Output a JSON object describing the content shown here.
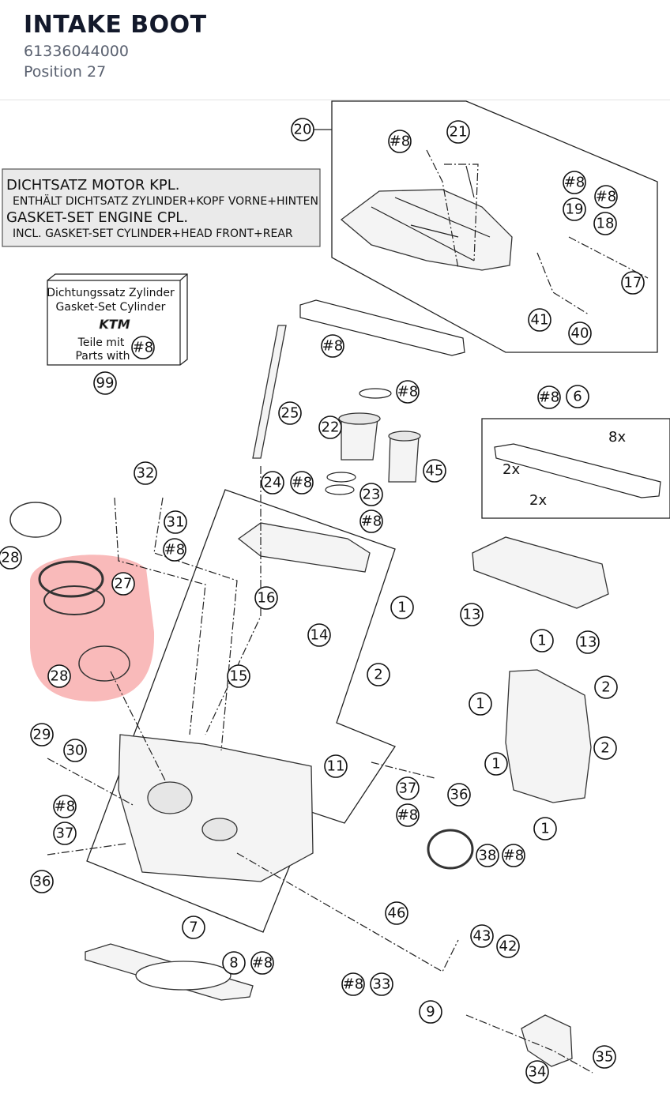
{
  "header": {
    "title": "INTAKE BOOT",
    "part_number": "61336044000",
    "position": "Position 27"
  },
  "highlight": {
    "color": "#f7a3a3",
    "position_ref": "27"
  },
  "gasket_note": {
    "line1": "DICHTSATZ MOTOR KPL.",
    "line2": "ENTHÄLT DICHTSATZ ZYLINDER+KOPF VORNE+HINTEN",
    "line3": "GASKET-SET ENGINE CPL.",
    "line4": "INCL. GASKET-SET CYLINDER+HEAD FRONT+REAR"
  },
  "kit_box": {
    "line1": "Dichtungssatz Zylinder",
    "line2": "Gasket-Set Cylinder",
    "brand": "KTM",
    "line3": "Teile mit",
    "line4": "Parts with",
    "ref": "#8",
    "callout": "99"
  },
  "quantities": {
    "eight_x": "8x",
    "two_x_a": "2x",
    "two_x_b": "2x"
  },
  "callouts": [
    {
      "id": "c20",
      "label": "20"
    },
    {
      "id": "c21",
      "label": "21"
    },
    {
      "id": "c8a",
      "label": "#8"
    },
    {
      "id": "c8b",
      "label": "#8"
    },
    {
      "id": "c8c",
      "label": "#8"
    },
    {
      "id": "c19",
      "label": "19"
    },
    {
      "id": "c18",
      "label": "18"
    },
    {
      "id": "c17",
      "label": "17"
    },
    {
      "id": "c41",
      "label": "41"
    },
    {
      "id": "c40",
      "label": "40"
    },
    {
      "id": "c8d",
      "label": "#8"
    },
    {
      "id": "c8e",
      "label": "#8"
    },
    {
      "id": "c8f",
      "label": "#8"
    },
    {
      "id": "c6",
      "label": "6"
    },
    {
      "id": "c25",
      "label": "25"
    },
    {
      "id": "c22",
      "label": "22"
    },
    {
      "id": "c45",
      "label": "45"
    },
    {
      "id": "c24",
      "label": "24"
    },
    {
      "id": "c8g",
      "label": "#8"
    },
    {
      "id": "c23",
      "label": "23"
    },
    {
      "id": "c8h",
      "label": "#8"
    },
    {
      "id": "c32",
      "label": "32"
    },
    {
      "id": "c31",
      "label": "31"
    },
    {
      "id": "c8i",
      "label": "#8"
    },
    {
      "id": "c28a",
      "label": "28"
    },
    {
      "id": "c27",
      "label": "27"
    },
    {
      "id": "c28b",
      "label": "28"
    },
    {
      "id": "c16",
      "label": "16"
    },
    {
      "id": "c1a",
      "label": "1"
    },
    {
      "id": "c2a",
      "label": "2"
    },
    {
      "id": "c13a",
      "label": "13"
    },
    {
      "id": "c13b",
      "label": "13"
    },
    {
      "id": "c14",
      "label": "14"
    },
    {
      "id": "c15",
      "label": "15"
    },
    {
      "id": "c1b",
      "label": "1"
    },
    {
      "id": "c1c",
      "label": "1"
    },
    {
      "id": "c2b",
      "label": "2"
    },
    {
      "id": "c2c",
      "label": "2"
    },
    {
      "id": "c1d",
      "label": "1"
    },
    {
      "id": "c1e",
      "label": "1"
    },
    {
      "id": "c29",
      "label": "29"
    },
    {
      "id": "c30",
      "label": "30"
    },
    {
      "id": "c11",
      "label": "11"
    },
    {
      "id": "c37a",
      "label": "37"
    },
    {
      "id": "c36a",
      "label": "36"
    },
    {
      "id": "c8j",
      "label": "#8"
    },
    {
      "id": "c8k",
      "label": "#8"
    },
    {
      "id": "c37b",
      "label": "37"
    },
    {
      "id": "c36b",
      "label": "36"
    },
    {
      "id": "c38",
      "label": "38"
    },
    {
      "id": "c8l",
      "label": "#8"
    },
    {
      "id": "c7",
      "label": "7"
    },
    {
      "id": "c46",
      "label": "46"
    },
    {
      "id": "c43",
      "label": "43"
    },
    {
      "id": "c42",
      "label": "42"
    },
    {
      "id": "c8",
      "label": "8"
    },
    {
      "id": "c8m",
      "label": "#8"
    },
    {
      "id": "c8n",
      "label": "#8"
    },
    {
      "id": "c33",
      "label": "33"
    },
    {
      "id": "c9",
      "label": "9"
    },
    {
      "id": "c35",
      "label": "35"
    },
    {
      "id": "c34",
      "label": "34"
    }
  ]
}
